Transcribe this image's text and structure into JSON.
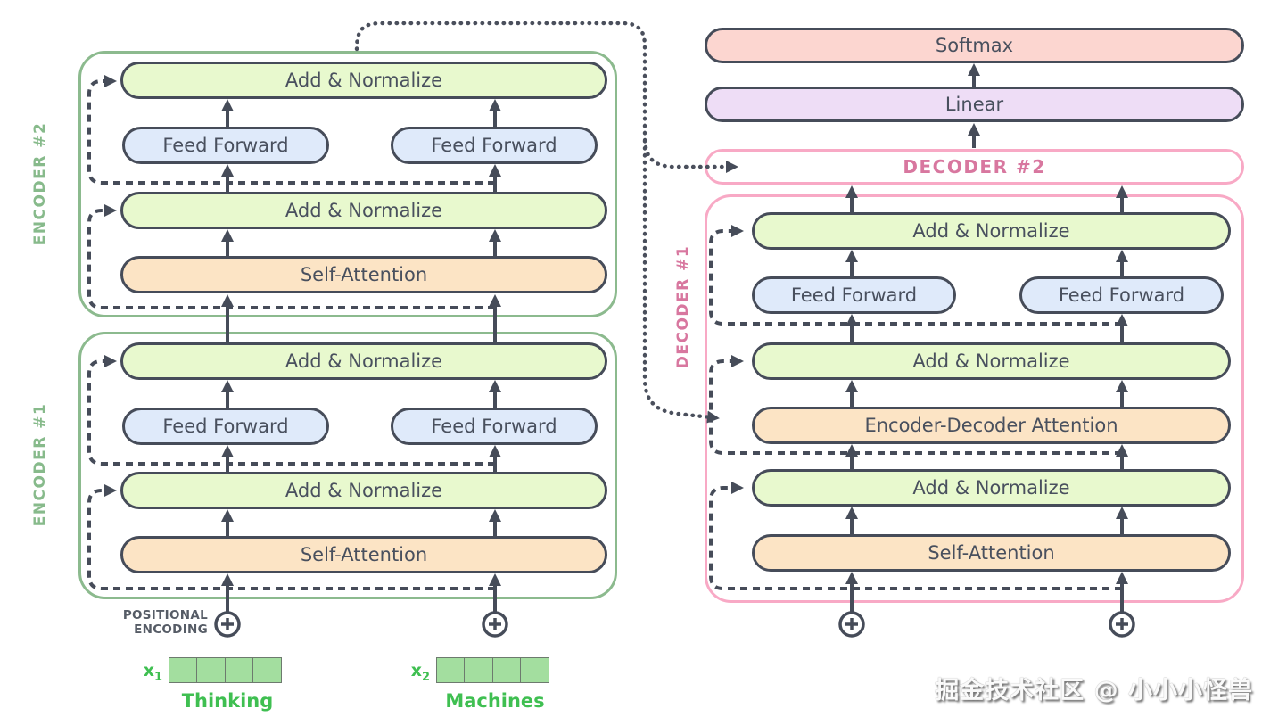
{
  "encoders": [
    {
      "label": "ENCODER #2",
      "add_norm_top": "Add & Normalize",
      "ff_left": "Feed Forward",
      "ff_right": "Feed Forward",
      "add_norm_mid": "Add & Normalize",
      "self_attention": "Self-Attention"
    },
    {
      "label": "ENCODER #1",
      "add_norm_top": "Add & Normalize",
      "ff_left": "Feed Forward",
      "ff_right": "Feed Forward",
      "add_norm_mid": "Add & Normalize",
      "self_attention": "Self-Attention"
    }
  ],
  "output_stack": {
    "softmax": "Softmax",
    "linear": "Linear"
  },
  "decoder2": {
    "label": "DECODER #2"
  },
  "decoder1": {
    "label": "DECODER #1",
    "add_norm_top": "Add & Normalize",
    "ff_left": "Feed Forward",
    "ff_right": "Feed Forward",
    "add_norm_mid": "Add & Normalize",
    "enc_dec_attention": "Encoder-Decoder Attention",
    "add_norm_bottom": "Add & Normalize",
    "self_attention": "Self-Attention"
  },
  "positional_encoding": {
    "line1": "POSITIONAL",
    "line2": "ENCODING"
  },
  "inputs": [
    {
      "base": "x",
      "sub": "1",
      "word": "Thinking",
      "cells": 4
    },
    {
      "base": "x",
      "sub": "2",
      "word": "Machines",
      "cells": 4
    }
  ],
  "watermark": "掘金技术社区 @ 小小小怪兽",
  "colors": {
    "add_normalize_fill": "#e8f9ce",
    "feed_forward_fill": "#dfeafa",
    "attention_fill": "#fce4c5",
    "softmax_fill": "#fcd6d0",
    "linear_fill": "#eeddf6",
    "pill_border": "#464c59",
    "arrow": "#464c59",
    "encoder_border": "#8cba8e",
    "encoder_label": "#87ba8b",
    "decoder_border": "#f8a9c5",
    "decoder_label": "#d8779f",
    "input_text": "#3fbf51",
    "embedding_cell": "#a3de9f"
  }
}
